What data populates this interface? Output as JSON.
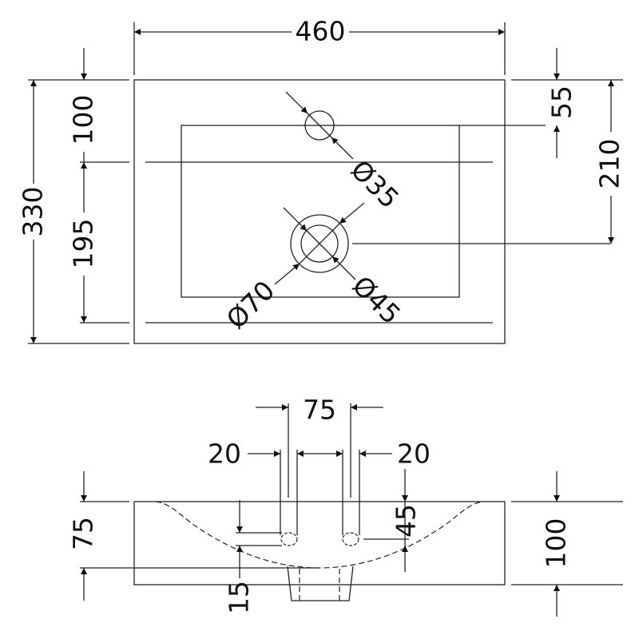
{
  "top_view": {
    "overall_width": "460",
    "overall_depth": "330",
    "front_to_basin_edge": "100",
    "basin_to_back": "195",
    "tap_hole_offset": "55",
    "waste_offset": "210",
    "tap_hole_diameter": "Ø35",
    "waste_outer_diameter": "Ø70",
    "waste_inner_diameter": "Ø45"
  },
  "side_view": {
    "tap_centres": "75",
    "left_hole_width": "20",
    "right_hole_width": "20",
    "hole_depth": "45",
    "hole_height": "15",
    "basin_depth": "75",
    "overall_height": "100"
  }
}
